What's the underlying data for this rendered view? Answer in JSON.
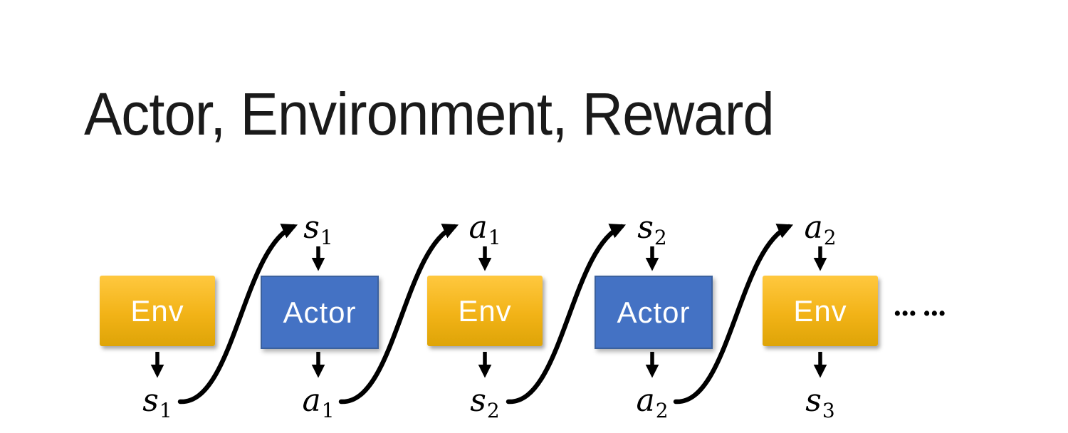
{
  "title": "Actor, Environment, Reward",
  "colors": {
    "title_text": "#1a1a1a",
    "env_top": "#FFC83F",
    "env_bottom": "#DEA407",
    "actor_fill": "#4472C4",
    "actor_border": "#3B619E",
    "box_text": "#FFFFFF",
    "arrow": "#000000"
  },
  "diagram": {
    "boxes": [
      {
        "label": "Env",
        "type": "env"
      },
      {
        "label": "Actor",
        "type": "actor"
      },
      {
        "label": "Env",
        "type": "env"
      },
      {
        "label": "Actor",
        "type": "actor"
      },
      {
        "label": "Env",
        "type": "env"
      }
    ],
    "top_labels": [
      {
        "letter": "s",
        "sub": "1"
      },
      {
        "letter": "a",
        "sub": "1"
      },
      {
        "letter": "s",
        "sub": "2"
      },
      {
        "letter": "a",
        "sub": "2"
      }
    ],
    "bottom_labels": [
      {
        "letter": "s",
        "sub": "1"
      },
      {
        "letter": "a",
        "sub": "1"
      },
      {
        "letter": "s",
        "sub": "2"
      },
      {
        "letter": "a",
        "sub": "2"
      },
      {
        "letter": "s",
        "sub": "3"
      }
    ],
    "ellipsis": "••• •••"
  }
}
